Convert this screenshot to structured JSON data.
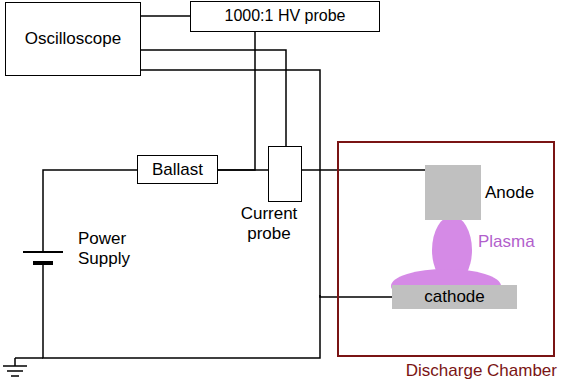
{
  "diagram": {
    "nodes": [
      {
        "text": [
          "Oscilloscope"
        ]
      },
      {
        "text": [
          "1000:1 HV probe"
        ]
      },
      {
        "text": [
          "Ballast"
        ]
      },
      {
        "text": [
          "Current probe"
        ]
      },
      {
        "text": [
          "Discharge Chamber"
        ]
      },
      {
        "text": [
          "Anode"
        ],
        "in": 4
      },
      {
        "text": [
          "cathode"
        ],
        "in": 4
      }
    ],
    "edges": [
      {
        "from": 0,
        "to": 1,
        "arrow": "none"
      },
      {
        "from": 0,
        "to": 3,
        "arrow": "none"
      },
      {
        "from": 0,
        "to": 6,
        "arrow": "none"
      },
      {
        "from": 1,
        "to": 2,
        "arrow": "none"
      },
      {
        "from": 2,
        "to": 3,
        "arrow": "none"
      },
      {
        "from": 3,
        "to": 5,
        "arrow": "none"
      }
    ],
    "labels": [
      "Power Supply",
      "Plasma"
    ]
  }
}
